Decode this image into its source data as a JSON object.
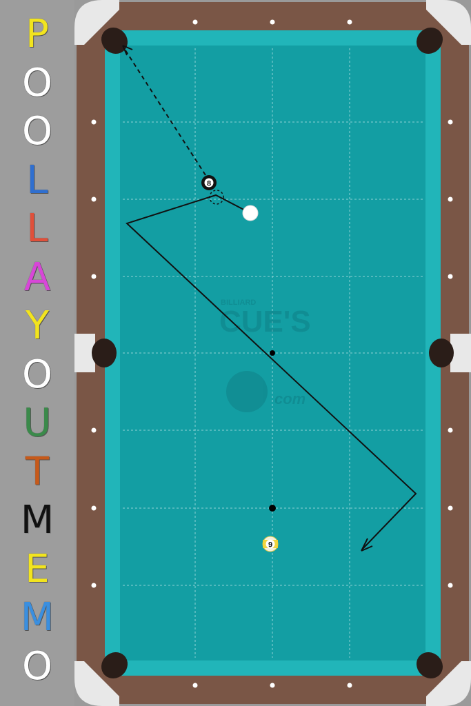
{
  "title_letters": [
    {
      "char": "P",
      "color": "#f2e41e"
    },
    {
      "char": "O",
      "color": "#ffffff"
    },
    {
      "char": "O",
      "color": "#ffffff"
    },
    {
      "char": "L",
      "color": "#2f6fd0"
    },
    {
      "char": "L",
      "color": "#e0503a"
    },
    {
      "char": "A",
      "color": "#d846d8"
    },
    {
      "char": "Y",
      "color": "#f2e41e"
    },
    {
      "char": "O",
      "color": "#ffffff"
    },
    {
      "char": "U",
      "color": "#3a8a4a"
    },
    {
      "char": "T",
      "color": "#c75a1a"
    },
    {
      "char": "M",
      "color": "#111111"
    },
    {
      "char": "E",
      "color": "#f2e41e"
    },
    {
      "char": "M",
      "color": "#3a8fe0"
    },
    {
      "char": "O",
      "color": "#ffffff"
    }
  ],
  "colors": {
    "felt": "#139ea3",
    "cushion": "#21b5b9",
    "rail_wood": "#7a5646",
    "corner_plate": "#e8e8e8",
    "pocket": "#2a1d18",
    "grid_line": "#8fd2d4",
    "path_line": "#111111"
  },
  "watermark": {
    "brand_small": "BILLIARD",
    "brand_main": "CUE'S",
    "brand_sub": "com"
  },
  "balls": [
    {
      "name": "eight-ball",
      "label": "8"
    },
    {
      "name": "nine-ball",
      "label": "9"
    },
    {
      "name": "cue-ball",
      "label": ""
    }
  ],
  "markers": [
    {
      "name": "center-spot"
    },
    {
      "name": "foot-spot"
    }
  ]
}
